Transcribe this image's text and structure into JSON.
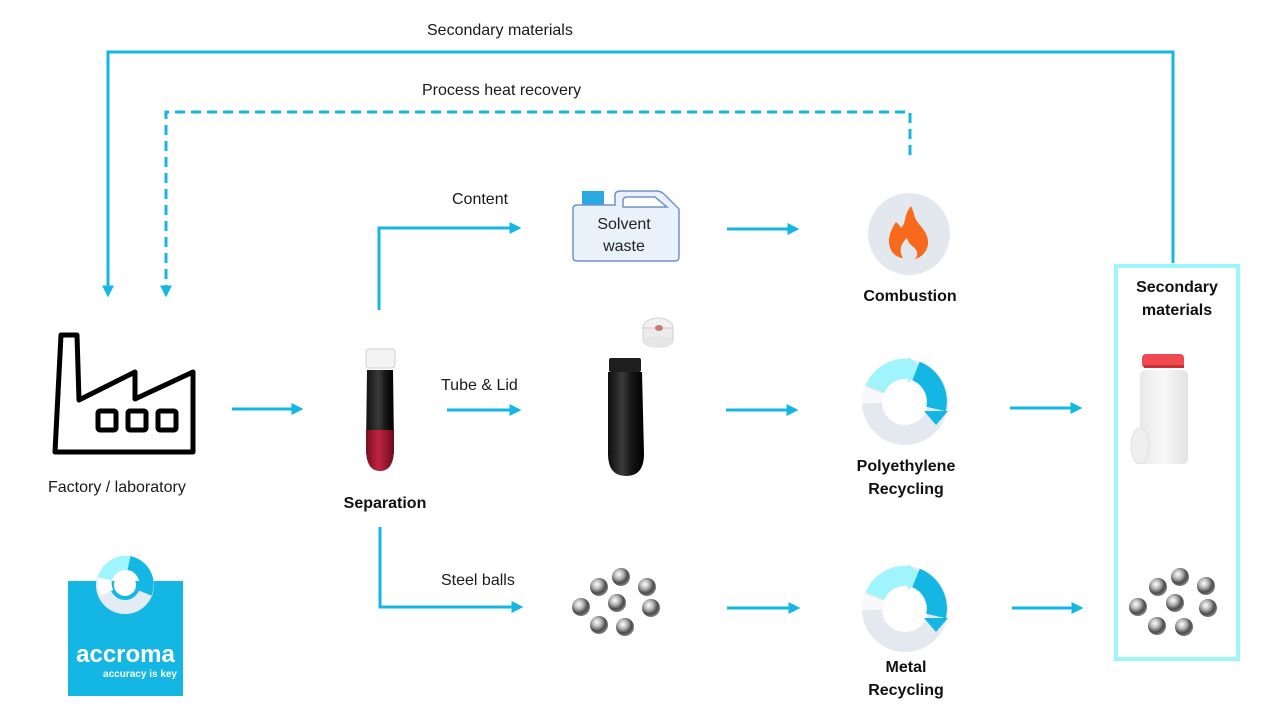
{
  "colors": {
    "flow_line": "#14b6e3",
    "secondary_box_border": "#9cf7fc",
    "flame": "#f7691d",
    "flame_bg": "#e3e8ef",
    "logo_bg": "#14b6e3",
    "jerrycan_cap": "#29a9e0",
    "jerrycan_body": "#e9f1fb",
    "jerrycan_border": "#7193c7"
  },
  "loops": {
    "secondary_materials": "Secondary materials",
    "process_heat_recovery": "Process heat recovery"
  },
  "source": {
    "label": "Factory / laboratory",
    "icon": "factory-icon"
  },
  "logo": {
    "name": "accroma",
    "tagline": "accuracy is key"
  },
  "separation": {
    "label": "Separation",
    "icon": "sample-tube-icon"
  },
  "branches": [
    {
      "id": "content",
      "flow_label": "Content",
      "item_label": "Solvent waste",
      "item_icon": "jerrycan-icon",
      "process_label": "Combustion",
      "process_icon": "flame-icon"
    },
    {
      "id": "tube-lid",
      "flow_label": "Tube & Lid",
      "item_icon": "tube-and-lid-icon",
      "process_label": "Polyethylene Recycling",
      "process_line1": "Polyethylene",
      "process_line2": "Recycling",
      "process_icon": "recycle-cycle-icon"
    },
    {
      "id": "steel-balls",
      "flow_label": "Steel balls",
      "item_icon": "steel-balls-icon",
      "process_label": "Metal Recycling",
      "process_line1": "Metal",
      "process_line2": "Recycling",
      "process_icon": "recycle-cycle-icon"
    }
  ],
  "output": {
    "title_line1": "Secondary",
    "title_line2": "materials",
    "items": [
      "plastic-bottle-icon",
      "steel-balls-icon"
    ]
  }
}
